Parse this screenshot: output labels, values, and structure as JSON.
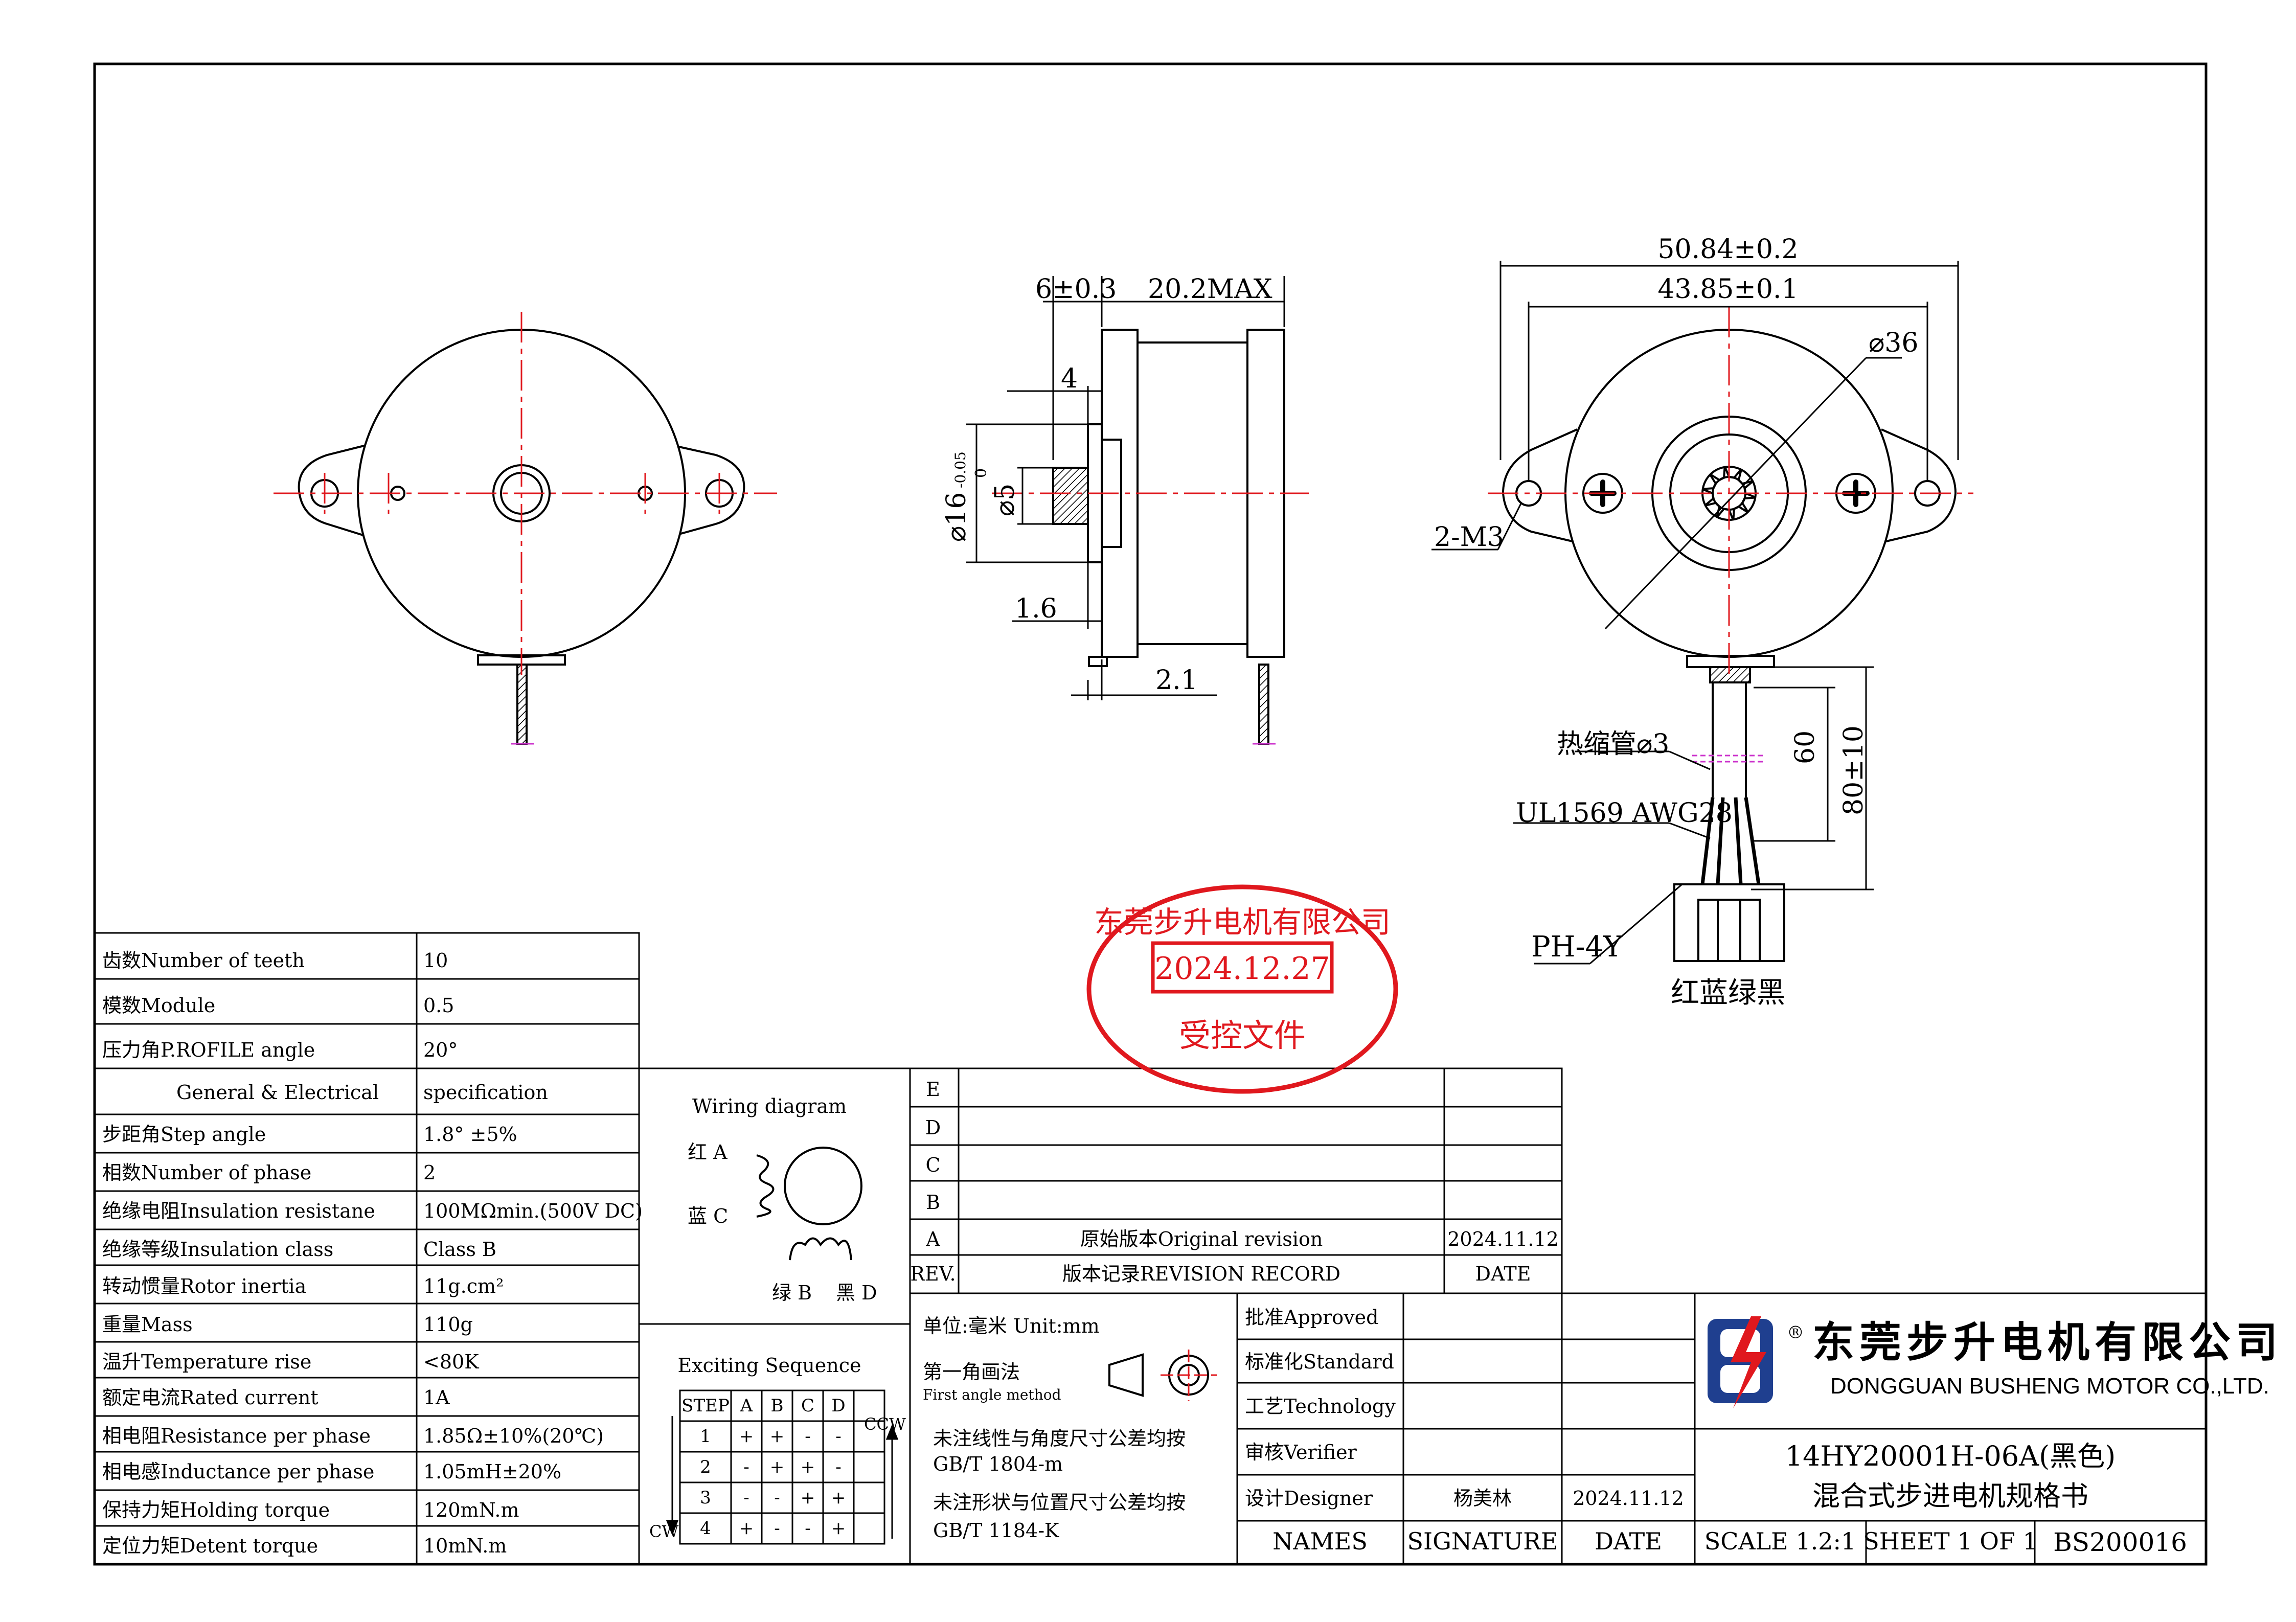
{
  "dims": {
    "overall_width": "50.84±0.2",
    "hole_spacing": "43.85±0.1",
    "body_dia": "⌀36",
    "mount_holes": "2-M3",
    "shrink_tube": "热缩管⌀3",
    "wire": "UL1569 AWG28",
    "connector": "PH-4Y",
    "wire_colors": "红蓝绿黑",
    "lead_60": "60",
    "lead_80": "80±10",
    "flange_thk": "6±0.3",
    "body_len": "20.2MAX",
    "gear_len": "4",
    "boss_dia": "⌀16",
    "boss_tol_upper": "0",
    "boss_tol_lower": "-0.05",
    "gear_dia": "⌀5",
    "boss_h": "1.6",
    "plate_t": "2.1"
  },
  "stamp": {
    "company": "东莞步升电机有限公司",
    "date": "2024.12.27",
    "label": "受控文件"
  },
  "specs": [
    {
      "label": "齿数Number of teeth",
      "value": "10"
    },
    {
      "label": "模数Module",
      "value": "0.5"
    },
    {
      "label": "压力角P.ROFILE angle",
      "value": "20°"
    },
    {
      "label": "General & Electrical",
      "value": "specification"
    },
    {
      "label": "步距角Step angle",
      "value": "1.8° ±5%"
    },
    {
      "label": "相数Number of phase",
      "value": "2"
    },
    {
      "label": "绝缘电阻Insulation resistane",
      "value": "100MΩmin.(500V DC)"
    },
    {
      "label": "绝缘等级Insulation class",
      "value": "Class B"
    },
    {
      "label": "转动惯量Rotor inertia",
      "value": "11g.cm²"
    },
    {
      "label": "重量Mass",
      "value": "110g"
    },
    {
      "label": "温升Temperature rise",
      "value": "<80K"
    },
    {
      "label": "额定电流Rated current",
      "value": "1A"
    },
    {
      "label": "相电阻Resistance per phase",
      "value": "1.85Ω±10%(20℃)"
    },
    {
      "label": "相电感Inductance per phase",
      "value": "1.05mH±20%"
    },
    {
      "label": "保持力矩Holding torque",
      "value": "120mN.m"
    },
    {
      "label": "定位力矩Detent torque",
      "value": "10mN.m"
    }
  ],
  "wiring": {
    "title": "Wiring diagram",
    "a": "红 A",
    "c": "蓝 C",
    "b": "绿 B",
    "d": "黑 D"
  },
  "sequence": {
    "title": "Exciting Sequence",
    "header": [
      "STEP",
      "A",
      "B",
      "C",
      "D"
    ],
    "rows": [
      [
        "1",
        "+",
        "+",
        "-",
        "-"
      ],
      [
        "2",
        "-",
        "+",
        "+",
        "-"
      ],
      [
        "3",
        "-",
        "-",
        "+",
        "+"
      ],
      [
        "4",
        "+",
        "-",
        "-",
        "+"
      ]
    ],
    "cw": "CW",
    "ccw": "CCW"
  },
  "revisions": {
    "rows": [
      {
        "rev": "E",
        "desc": "",
        "date": ""
      },
      {
        "rev": "D",
        "desc": "",
        "date": ""
      },
      {
        "rev": "C",
        "desc": "",
        "date": ""
      },
      {
        "rev": "B",
        "desc": "",
        "date": ""
      },
      {
        "rev": "A",
        "desc": "原始版本Original revision",
        "date": "2024.11.12"
      }
    ],
    "header": {
      "rev": "REV.",
      "desc": "版本记录REVISION RECORD",
      "date": "DATE"
    }
  },
  "notes": {
    "unit": "单位:毫米  Unit:mm",
    "method": "第一角画法",
    "method_en": "First angle method",
    "tol1a": "未注线性与角度尺寸公差均按",
    "tol1b": "GB/T 1804-m",
    "tol2a": "未注形状与位置尺寸公差均按",
    "tol2b": "GB/T 1184-K"
  },
  "approvals": {
    "approved": "批准Approved",
    "standard": "标准化Standard",
    "technology": "工艺Technology",
    "verifier": "审核Verifier",
    "designer": "设计Designer",
    "designer_name": "杨美林",
    "designer_date": "2024.11.12",
    "names": "NAMES",
    "signature": "SIGNATURE",
    "date": "DATE"
  },
  "title_block": {
    "company_cn": "东莞步升电机有限公司",
    "company_en": "DONGGUAN BUSHENG MOTOR CO.,LTD.",
    "model": "14HY20001H-06A(黑色)",
    "desc": "混合式步进电机规格书",
    "scale": "SCALE 1.2:1",
    "sheet": "SHEET 1 OF 1",
    "doc_no": "BS200016",
    "logo_color": "#1f3f8f",
    "logo_accent": "#e0181e"
  }
}
